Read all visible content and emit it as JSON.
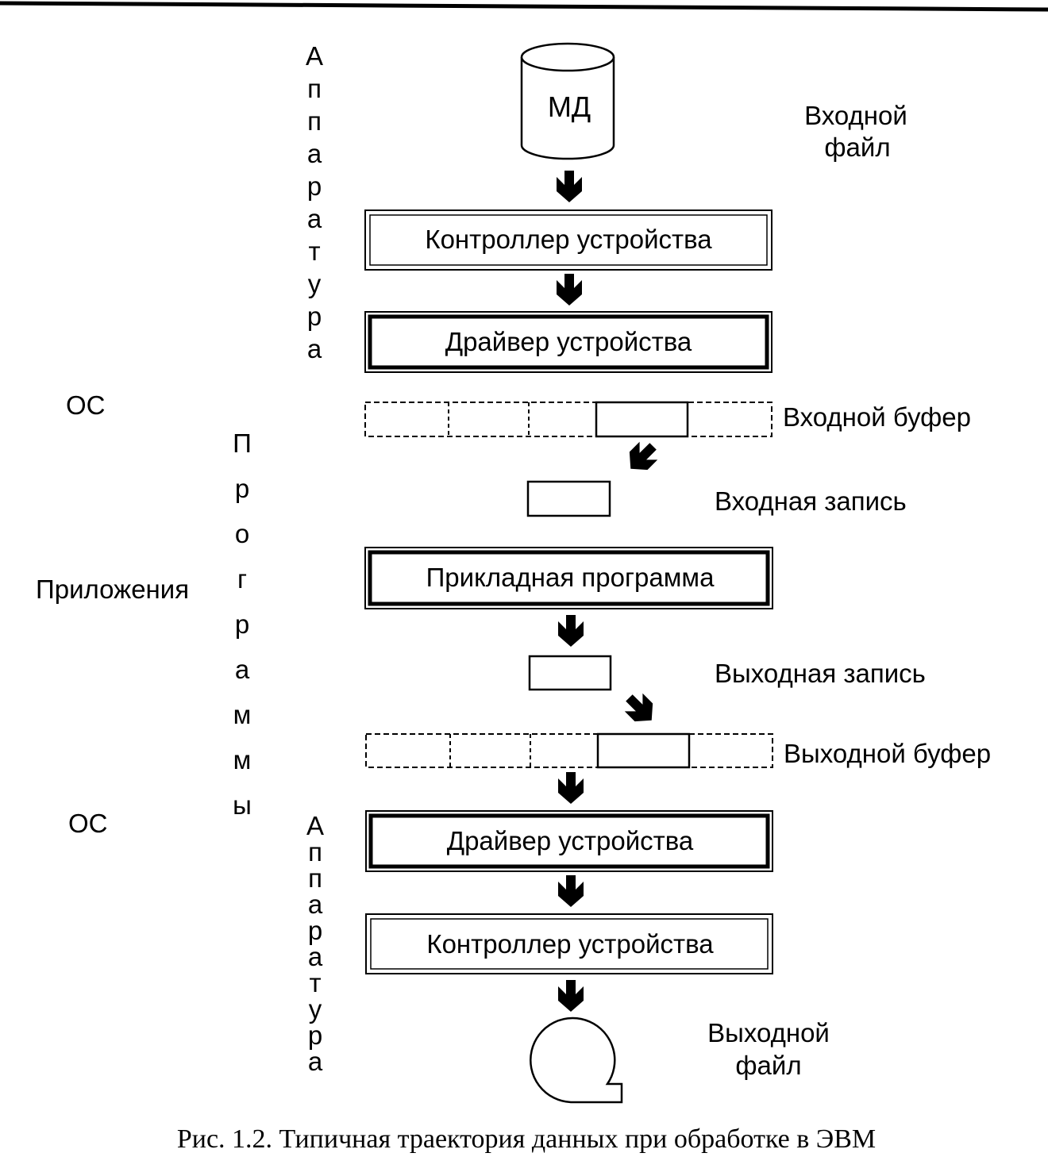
{
  "disk": {
    "label": "МД"
  },
  "input_file": {
    "line1": "Входной",
    "line2": "файл"
  },
  "boxes": {
    "controller_in": "Контроллер устройства",
    "driver_in": "Драйвер устройства",
    "app": "Прикладная программа",
    "driver_out": "Драйвер устройства",
    "controller_out": "Контроллер устройства"
  },
  "buffers": {
    "input_buffer": "Входной буфер",
    "input_record": "Входная запись",
    "output_record": "Выходная запись",
    "output_buffer": "Выходной буфер"
  },
  "output_file": {
    "line1": "Выходной",
    "line2": "файл"
  },
  "side_labels": {
    "os_top": "ОС",
    "applications": "Приложения",
    "os_bottom": "ОС"
  },
  "vertical_labels": {
    "hardware_top": [
      "А",
      "п",
      "п",
      "а",
      "р",
      "а",
      "т",
      "у",
      "р",
      "а"
    ],
    "programs": [
      "П",
      "р",
      "о",
      "г",
      "р",
      "а",
      "м",
      "м",
      "ы"
    ],
    "hardware_bottom": [
      "А",
      "п",
      "п",
      "а",
      "р",
      "а",
      "т",
      "у",
      "р",
      "а"
    ]
  },
  "caption": "Рис. 1.2. Типичная траектория данных при обработке в ЭВМ"
}
